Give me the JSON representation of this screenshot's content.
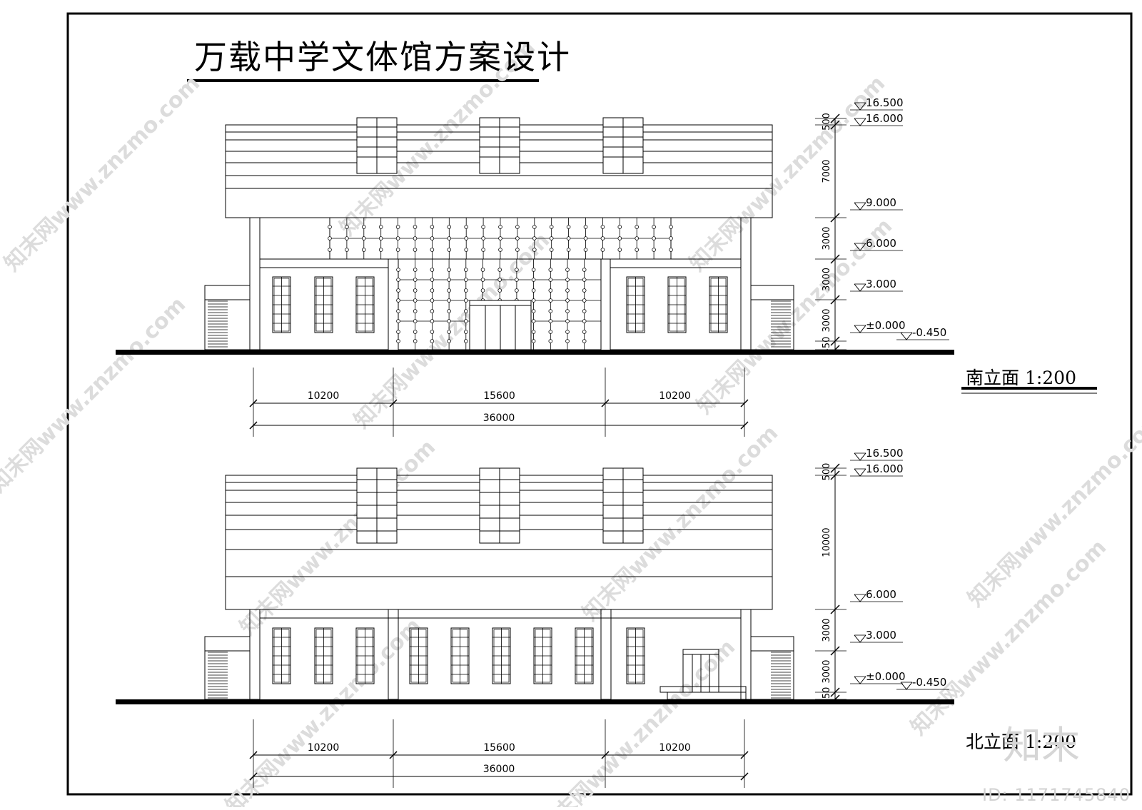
{
  "title": "万载中学文体馆方案设计",
  "south": {
    "caption": "南立面 1:200",
    "levels": [
      "16.500",
      "16.000",
      "9.000",
      "6.000",
      "3.000",
      "±0.000"
    ],
    "ground_outside": "-0.450",
    "vertical_dims": [
      "500",
      "7000",
      "3000",
      "3000",
      "3000",
      "450"
    ],
    "horizontal_dims": [
      "10200",
      "15600",
      "10200"
    ],
    "total_dim": "36000"
  },
  "north": {
    "caption": "北立面 1:200",
    "levels": [
      "16.500",
      "16.000",
      "6.000",
      "3.000",
      "±0.000"
    ],
    "ground_outside": "-0.450",
    "vertical_dims": [
      "500",
      "10000",
      "3000",
      "3000",
      "450"
    ],
    "horizontal_dims": [
      "10200",
      "15600",
      "10200"
    ],
    "total_dim": "36000"
  },
  "watermark": {
    "text": "知末网www.znzmo.com",
    "brand": "知末",
    "id": "ID: 1171745840"
  }
}
